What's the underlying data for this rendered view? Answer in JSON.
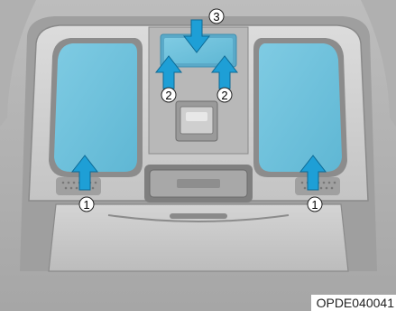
{
  "figure": {
    "reference_code": "OPDE040041",
    "callouts": [
      {
        "id": "1",
        "label": "1",
        "description": "Map lamp press area (left)"
      },
      {
        "id": "1b",
        "label": "1",
        "description": "Map lamp press area (right)"
      },
      {
        "id": "2",
        "label": "2",
        "description": "Room lamp switch (left arrow)"
      },
      {
        "id": "2b",
        "label": "2",
        "description": "Room lamp switch (right arrow)"
      },
      {
        "id": "3",
        "label": "3",
        "description": "Door lamp switch"
      }
    ]
  },
  "colors": {
    "highlight": "#6ec3de",
    "arrow": "#1e9fd6",
    "console": "#c8c8c8",
    "console_dark": "#8c8c8c"
  }
}
